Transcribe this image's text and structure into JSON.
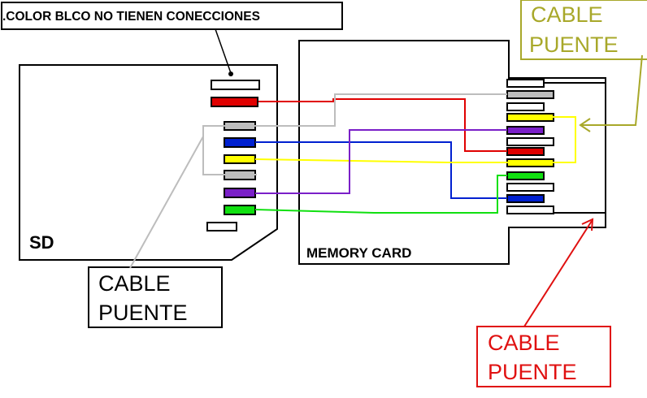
{
  "note_box": {
    "text": ".COLOR BLCO NO TIENEN CONECCIONES"
  },
  "sd_card": {
    "label": "SD"
  },
  "memory_card": {
    "label": "MEMORY CARD"
  },
  "labels": {
    "top_right": {
      "line1": "CABLE",
      "line2": "PUENTE",
      "color": "#a8a82a"
    },
    "bottom_left": {
      "line1": "CABLE",
      "line2": "PUENTE",
      "color": "#000000"
    },
    "bottom_right": {
      "line1": "CABLE",
      "line2": "PUENTE",
      "color": "#e01010"
    }
  },
  "colors": {
    "white": "#ffffff",
    "red": "#e00000",
    "gray": "#bdbdbd",
    "blue": "#0020d0",
    "yellow": "#ffff00",
    "purple": "#7a1fc8",
    "green": "#10e010"
  },
  "sd_pins": [
    "white",
    "red",
    "gray",
    "blue",
    "yellow",
    "gray",
    "purple",
    "green",
    "white"
  ],
  "memory_card_pins": [
    "white",
    "gray",
    "white",
    "yellow",
    "purple",
    "white",
    "red",
    "yellow",
    "green",
    "white",
    "blue",
    "white"
  ]
}
